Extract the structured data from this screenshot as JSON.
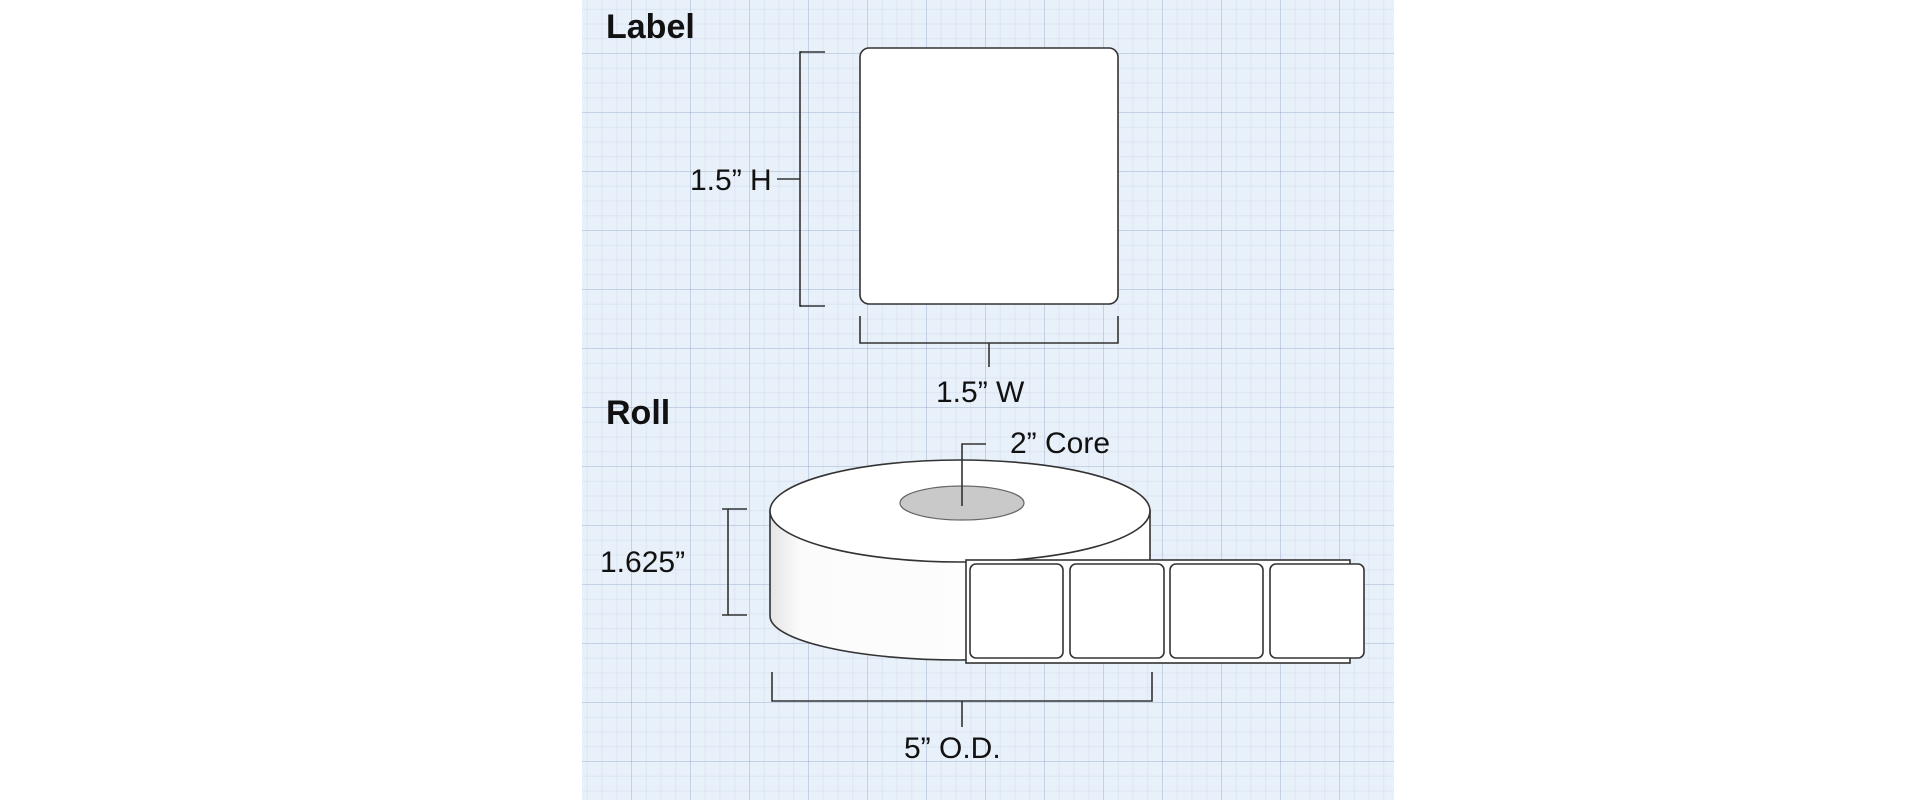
{
  "sections": {
    "label": {
      "heading": "Label",
      "height": "1.5” H",
      "width": "1.5” W"
    },
    "roll": {
      "heading": "Roll",
      "core": "2” Core",
      "height": "1.625”",
      "outer_diameter": "5” O.D.",
      "visible_labels_on_strip": 4
    }
  },
  "colors": {
    "background": "#e8f0fa",
    "grid": "#96aac8",
    "outline": "#333333",
    "label_fill": "#ffffff",
    "core_fill": "#c9c9c9"
  }
}
